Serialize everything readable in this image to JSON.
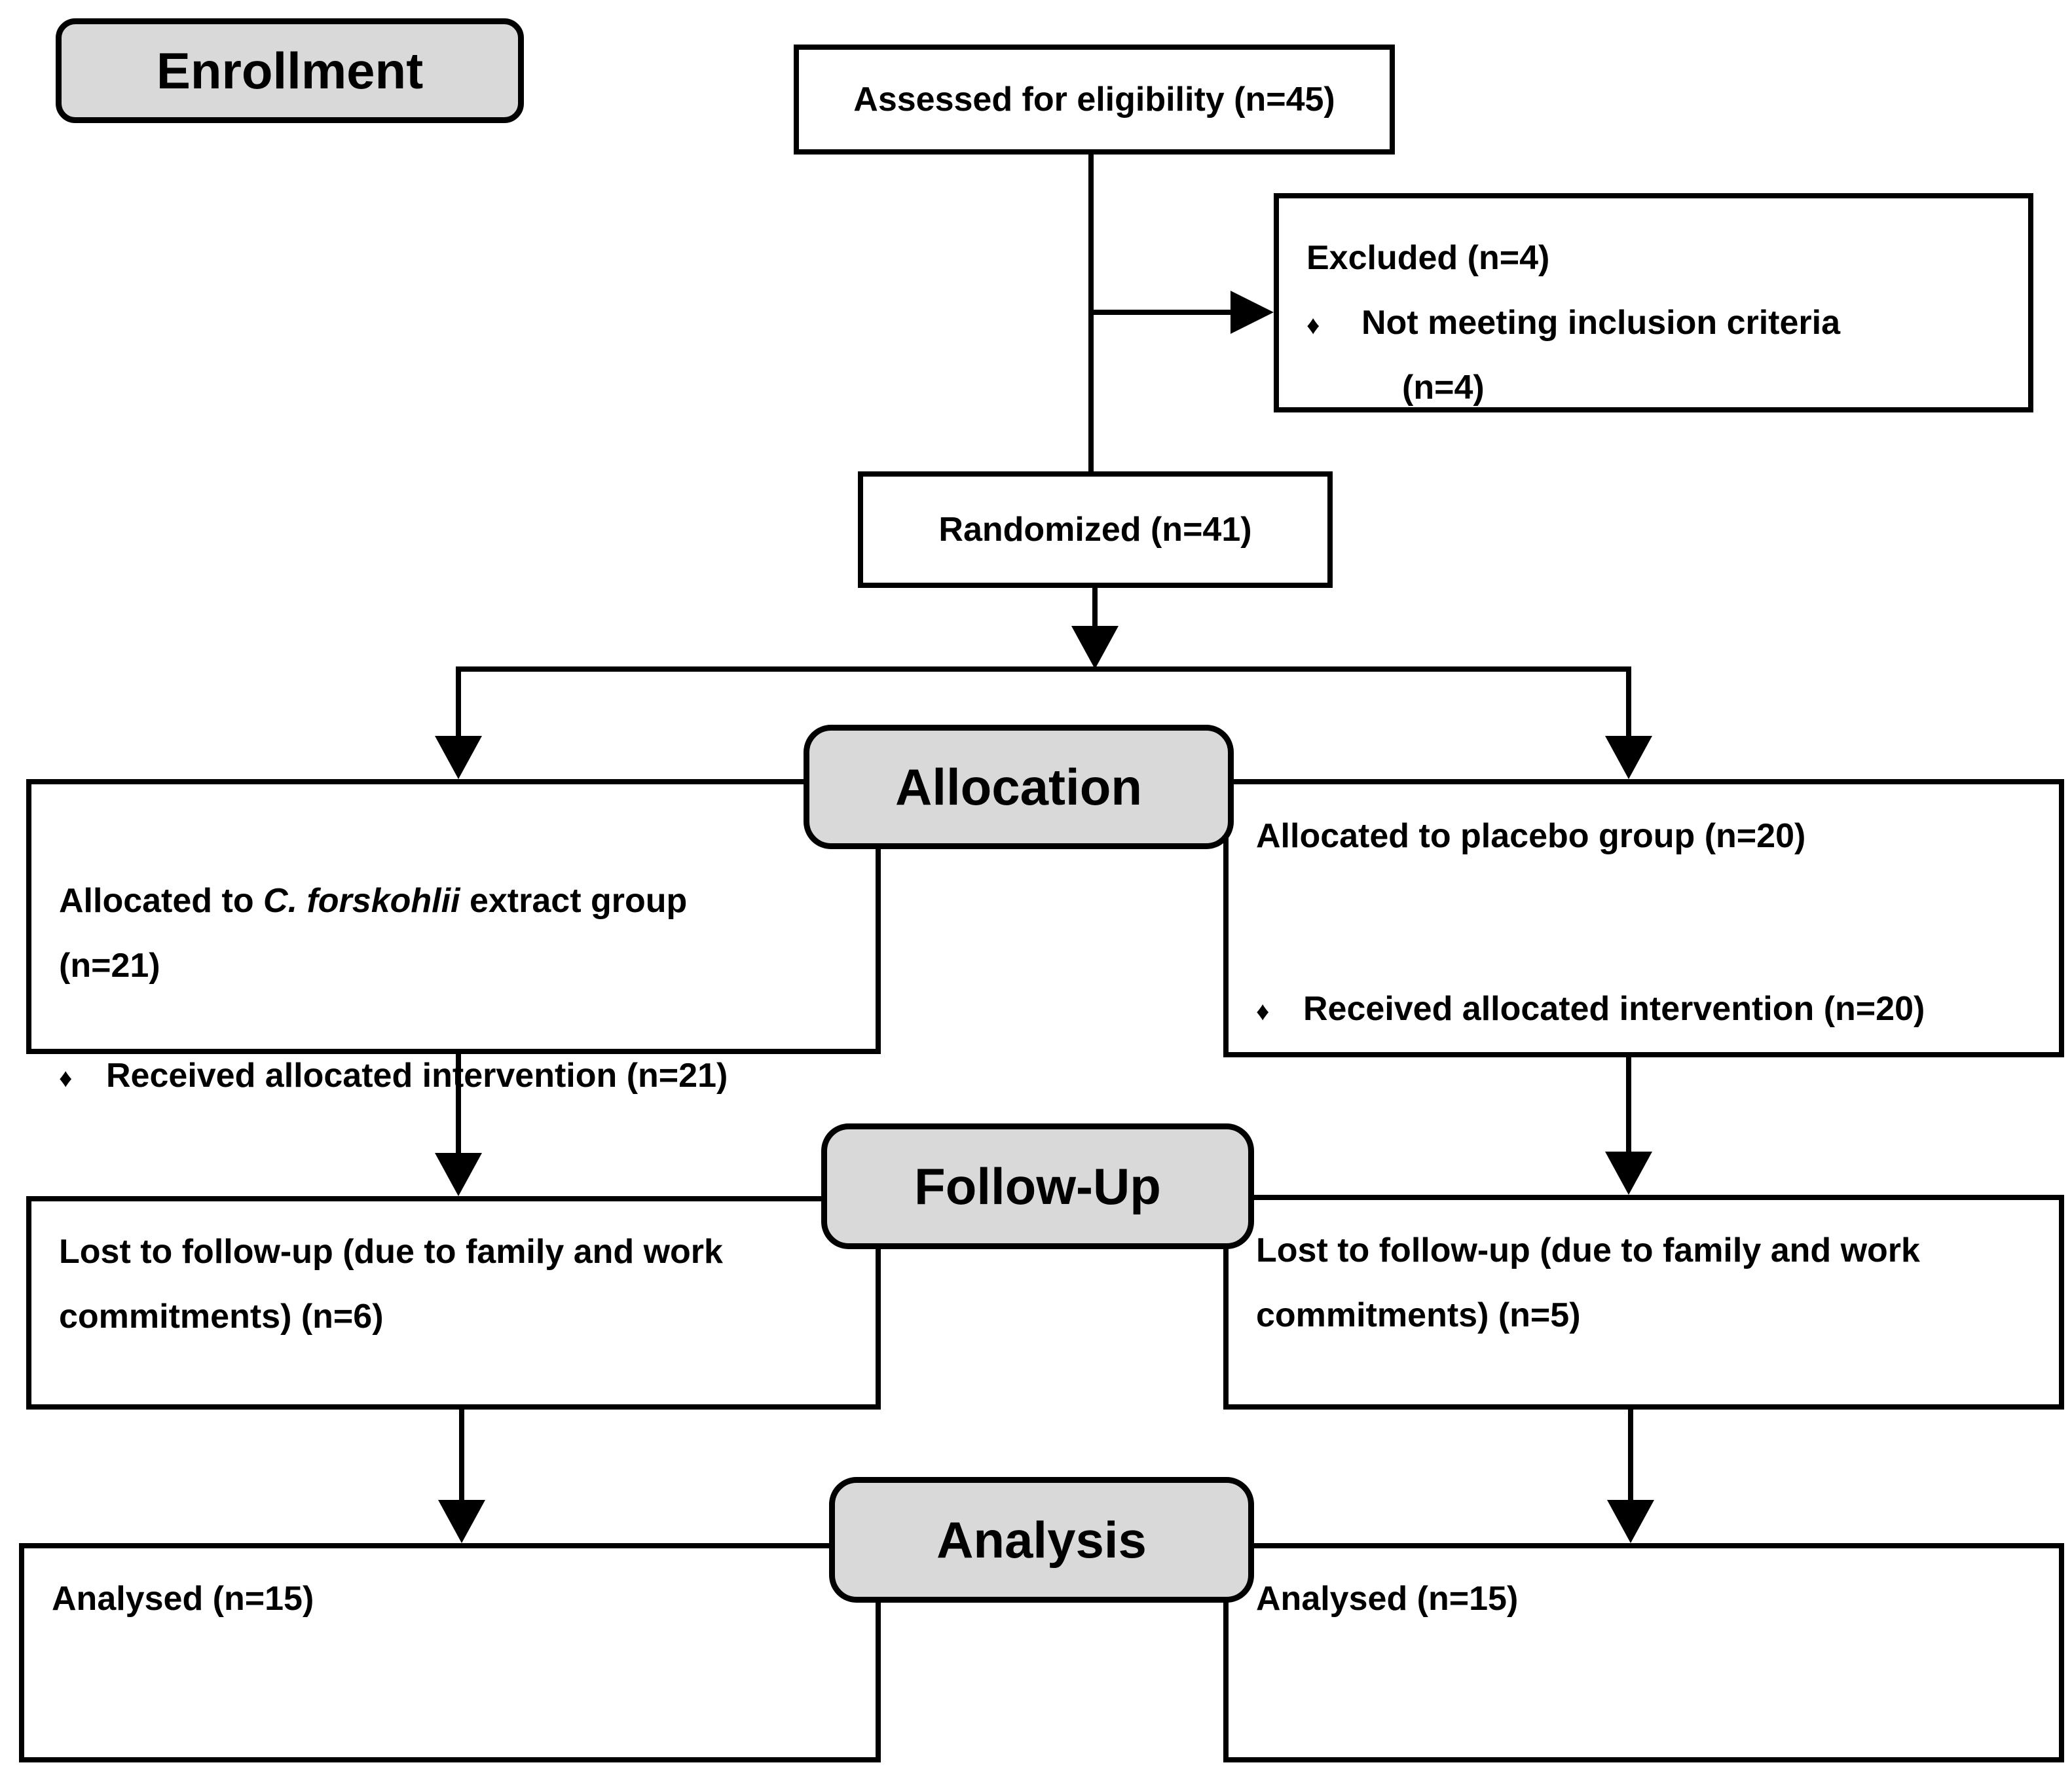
{
  "diagram": {
    "stage_labels": {
      "enrollment": "Enrollment",
      "allocation": "Allocation",
      "followup": "Follow-Up",
      "analysis": "Analysis"
    },
    "boxes": {
      "assessed": {
        "text": "Assessed for eligibility (n=45)"
      },
      "excluded": {
        "title": "Excluded (n=4)",
        "bullet": "Not meeting inclusion criteria",
        "bullet_continuation": "(n=4)"
      },
      "randomized": {
        "text": "Randomized (n=41)"
      },
      "allocated_intervention": {
        "title_prefix": "Allocated to ",
        "title_italic": "C. forskohlii",
        "title_suffix": " extract group",
        "title_count": "(n=21)",
        "bullet": "Received allocated intervention (n=21)"
      },
      "allocated_placebo": {
        "title": "Allocated to placebo group (n=20)",
        "bullet": "Received allocated intervention (n=20)"
      },
      "followup_intervention": {
        "text": "Lost to follow-up (due to family and work\ncommitments) (n=6)"
      },
      "followup_placebo": {
        "text": "Lost to follow-up (due to family and work\ncommitments) (n=5)"
      },
      "analysed_intervention": {
        "text": "Analysed (n=15)"
      },
      "analysed_placebo": {
        "text": "Analysed (n=15)"
      }
    },
    "bullet_glyph": "♦",
    "colors": {
      "label_fill": "#d9d9d9",
      "border": "#000000",
      "box_fill": "#ffffff",
      "text": "#000000"
    }
  }
}
